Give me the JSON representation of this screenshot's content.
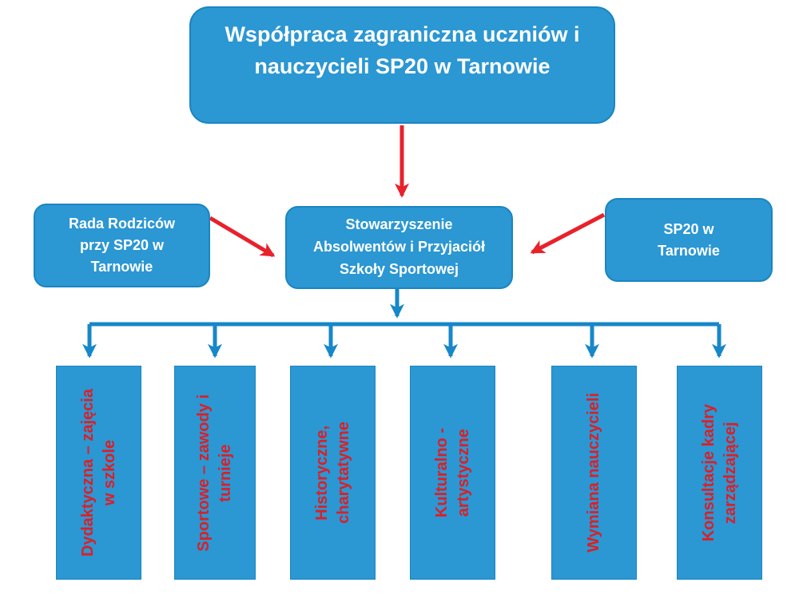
{
  "colors": {
    "box_fill": "#2b97d3",
    "box_border": "#1a85c2",
    "connector_blue": "#1787c8",
    "arrow_red": "#e8212b",
    "label_red": "#dc1f26",
    "text_white": "#ffffff",
    "background": "#ffffff"
  },
  "top_box": {
    "label": "Współpraca zagraniczna uczniów i\nnauczycieli SP20 w Tarnowie"
  },
  "middle": {
    "left_box": {
      "label": "Rada Rodziców\nprzy SP20 w\nTarnowie"
    },
    "center_box": {
      "label": "Stowarzyszenie\nAbsolwentów i Przyjaciół\nSzkoły Sportowej"
    },
    "right_box": {
      "label": "SP20 w\nTarnowie"
    }
  },
  "bottom": {
    "boxes": [
      {
        "label": "Dydaktyczna – zajęcia\nw szkole"
      },
      {
        "label": "Sportowe – zawody i\nturnieje"
      },
      {
        "label": "Historyczne,\ncharytatywne"
      },
      {
        "label": "Kulturalno -\nartystyczne"
      },
      {
        "label": "Wymiana nauczycieli"
      },
      {
        "label": "Konsultacje kadry\nzarządzającej"
      }
    ]
  }
}
